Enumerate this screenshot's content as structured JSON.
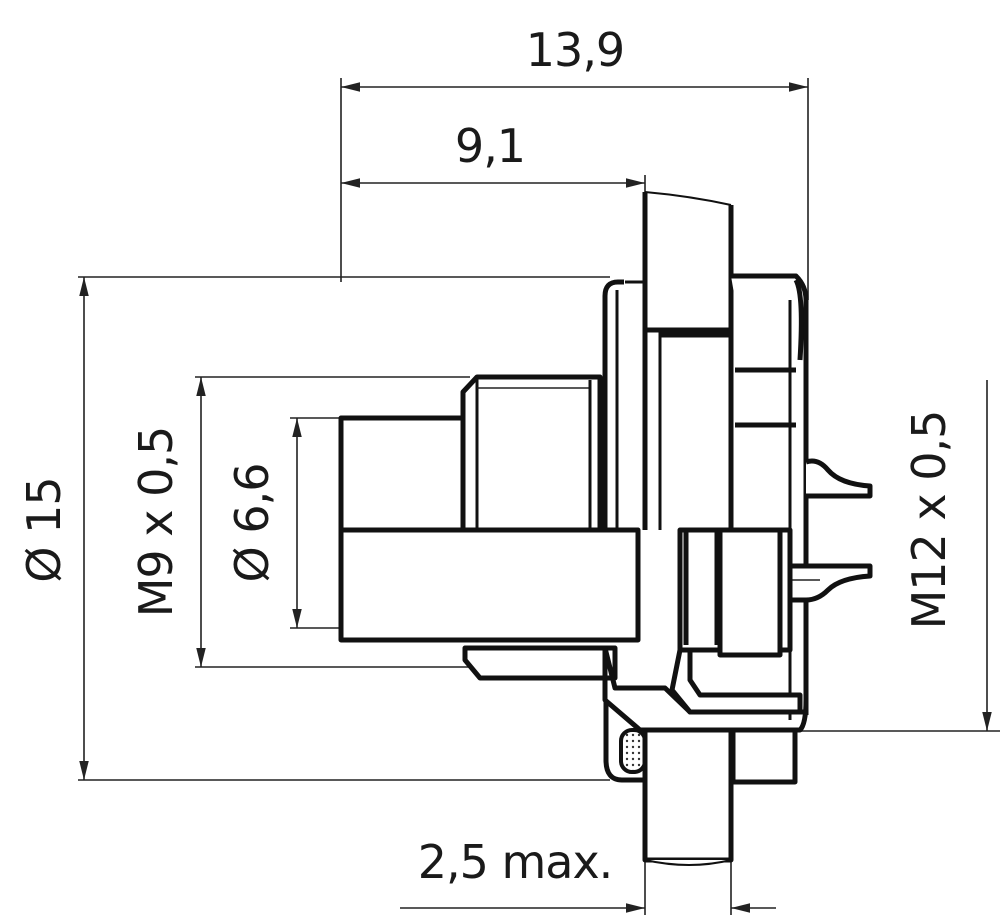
{
  "drawing": {
    "title": "Panel mount connector cross-section",
    "colors": {
      "line": "#111111",
      "background": "#ffffff"
    },
    "dimensions": {
      "overall_length": {
        "label": "13,9",
        "value": 13.9,
        "unit": "mm"
      },
      "front_length": {
        "label": "9,1",
        "value": 9.1,
        "unit": "mm"
      },
      "flange_diameter": {
        "label": "Ø 15",
        "value": 15,
        "unit": "mm"
      },
      "thread_front": {
        "label": "M9 x 0,5",
        "value": "M9 x 0.5"
      },
      "pin_diameter": {
        "label": "Ø 6,6",
        "value": 6.6,
        "unit": "mm"
      },
      "thread_rear": {
        "label": "M12 x 0,5",
        "value": "M12 x 0.5"
      },
      "panel_thickness": {
        "label": "2,5 max.",
        "value": 2.5,
        "unit": "mm"
      }
    }
  }
}
